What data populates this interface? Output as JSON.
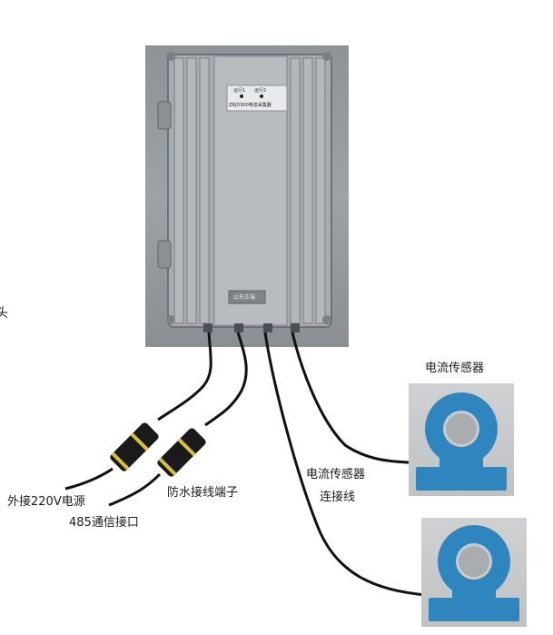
{
  "labels": {
    "edge_fragment": "头",
    "sensor_top": "电流传感器",
    "power_in": "外接220V电源",
    "comm_485": "485通信接口",
    "waterproof": "防水接线端子",
    "sensor_cable_line1": "电流传感器",
    "sensor_cable_line2": "连接线"
  },
  "device": {
    "panel_label": "ZRJD300电流采集器",
    "led1_label": "运行1",
    "led2_label": "运行2",
    "brand": "山东正瑞"
  },
  "colors": {
    "enclosure": "#a3a7aa",
    "sensor_body": "#2f86bf",
    "cable": "#111111",
    "connector_stripe": "#d4c23a"
  }
}
